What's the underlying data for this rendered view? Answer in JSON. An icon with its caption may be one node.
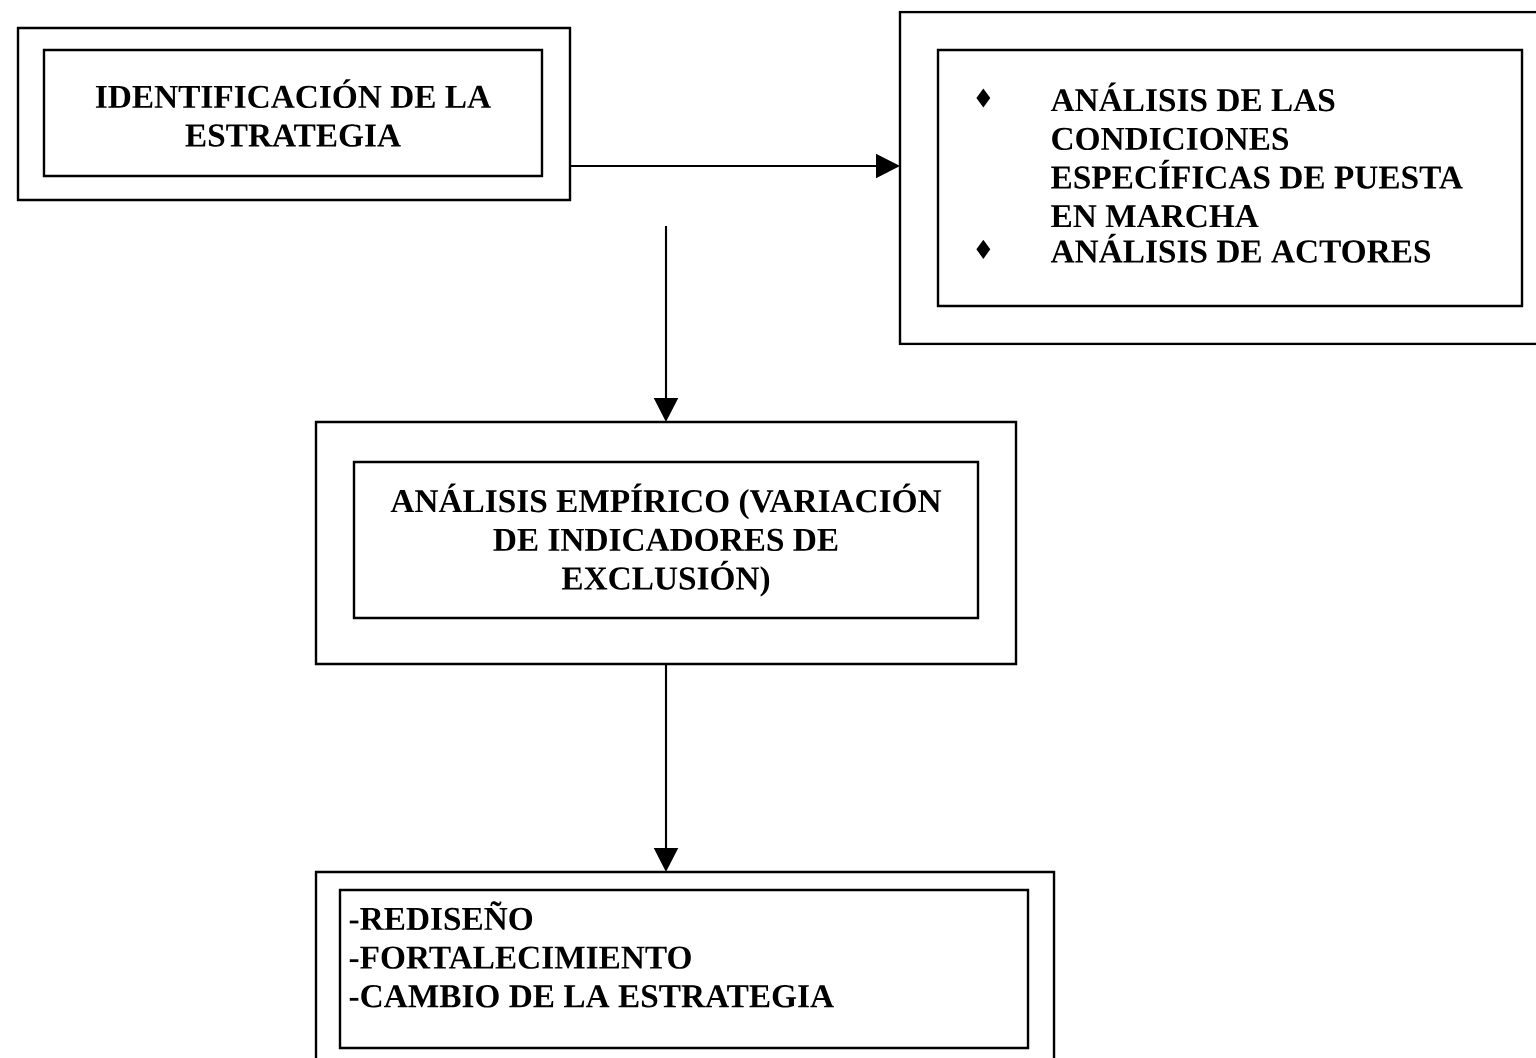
{
  "diagram": {
    "nodes": [
      {
        "text": [],
        "shape": "box"
      },
      {
        "text": [
          "IDENTIFICACIÓN DE LA ESTRATEGIA"
        ],
        "in": 0
      },
      {
        "text": [],
        "shape": "box"
      },
      {
        "text": [
          "ANÁLISIS DE LAS CONDICIONES ESPECÍFICAS DE PUESTA EN MARCHA",
          "ANÁLISIS DE ACTORES"
        ],
        "in": 2
      },
      {
        "text": [],
        "shape": "box"
      },
      {
        "text": [
          "ANÁLISIS EMPÍRICO (VARIACIÓN DE INDICADORES DE EXCLUSIÓN)"
        ],
        "in": 4
      },
      {
        "text": [],
        "shape": "box"
      },
      {
        "text": [
          "-REDISEÑO",
          "-FORTALECIMIENTO",
          "-CAMBIO DE LA ESTRATEGIA"
        ],
        "in": 6
      }
    ],
    "edges": [
      {
        "from": 0,
        "to": 2,
        "arrow": "to"
      },
      {
        "from": null,
        "to": 4,
        "arrow": "to"
      },
      {
        "from": 4,
        "to": 6,
        "arrow": "to"
      }
    ]
  }
}
